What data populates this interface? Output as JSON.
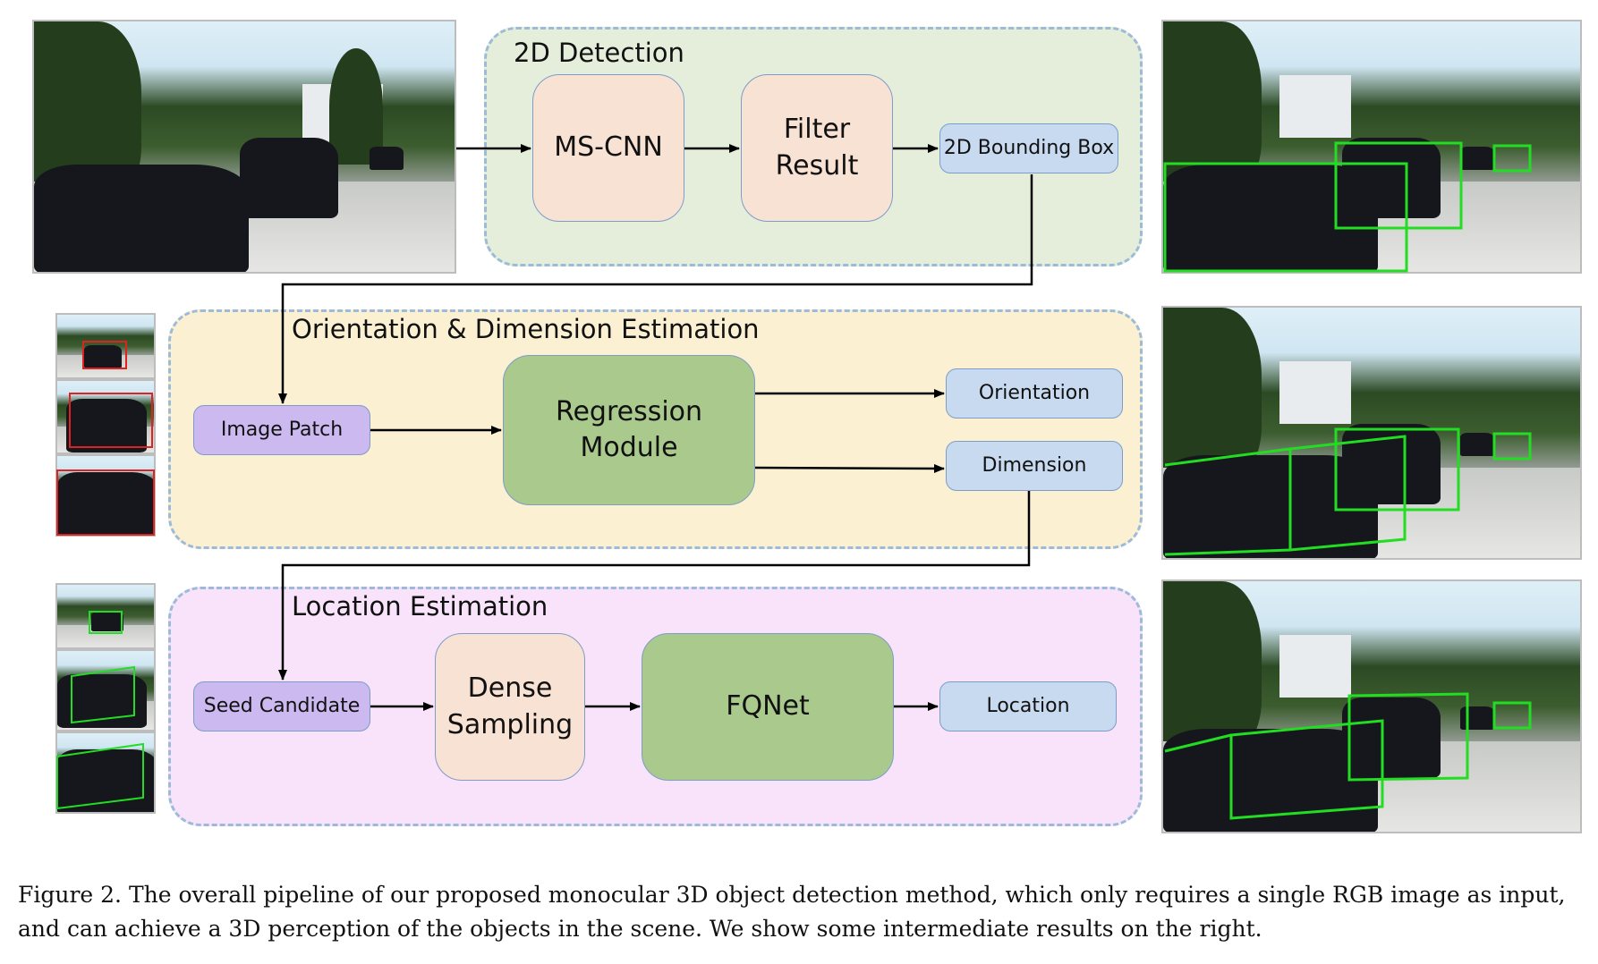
{
  "panels": {
    "detection_title": "2D Detection",
    "orientation_title": "Orientation & Dimension Estimation",
    "location_title": "Location Estimation"
  },
  "nodes": {
    "mscnn": "MS-CNN",
    "filter_result": "Filter\nResult",
    "bounding_box": "2D Bounding Box",
    "image_patch": "Image Patch",
    "regression_module": "Regression\nModule",
    "orientation": "Orientation",
    "dimension": "Dimension",
    "seed_candidate": "Seed Candidate",
    "dense_sampling": "Dense\nSampling",
    "fqnet": "FQNet",
    "location": "Location"
  },
  "caption": {
    "line1": "Figure 2. The overall pipeline of our proposed monocular 3D object detection method, which only requires a single RGB image as input,",
    "line2": "and can achieve a 3D perception of the objects in the scene. We show some intermediate results on the right."
  },
  "colors": {
    "detection_panel": "#e5eeda",
    "orientation_panel": "#fbf1d2",
    "location_panel": "#f8e3fb",
    "panel_border": "#9bbbd9",
    "box_2d": "#22dd22",
    "box_patch": "#dd2222",
    "arrow": "#000000"
  }
}
